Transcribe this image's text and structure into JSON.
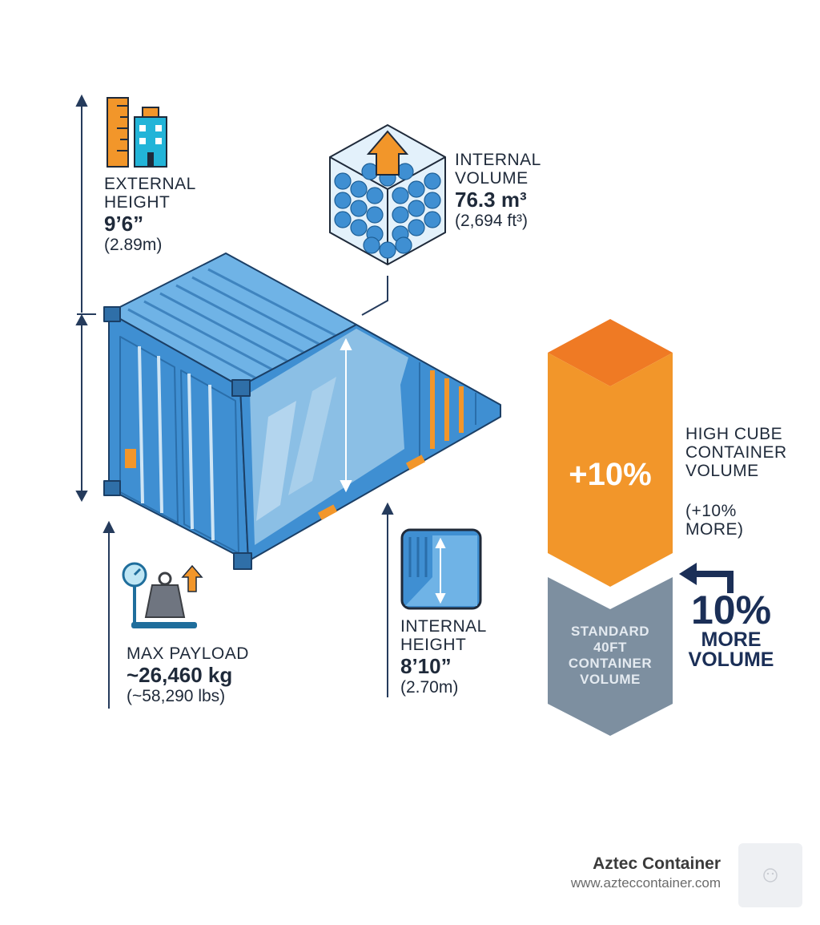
{
  "labels": {
    "external_height": {
      "line1": "EXTERNAL",
      "line2": "HEIGHT",
      "value": "9’6”",
      "sub": "(2.89m)"
    },
    "internal_volume": {
      "line1": "INTERNAL",
      "line2": "VOLUME",
      "value": "76.3 m³",
      "sub": "(2,694 ft³)"
    },
    "max_payload": {
      "line1": "MAX PAYLOAD",
      "value": "~26,460 kg",
      "sub": "(~58,290 lbs)"
    },
    "internal_height": {
      "line1": "INTERNAL",
      "line2": "HEIGHT",
      "value": "8’10”",
      "sub": "(2.70m)"
    }
  },
  "comparison": {
    "high_cube_pct": "+10%",
    "high_cube_label": [
      "HIGH CUBE",
      "CONTAINER",
      "VOLUME"
    ],
    "high_cube_note": [
      "(+10%",
      "MORE)"
    ],
    "standard_label": [
      "STANDARD",
      "40FT",
      "CONTAINER",
      "VOLUME"
    ],
    "more_pct": "10%",
    "more_text": [
      "MORE",
      "VOLUME"
    ]
  },
  "brand": {
    "name": "Aztec Container",
    "url": "www.azteccontainer.com"
  },
  "colors": {
    "container_blue": "#3f8fd2",
    "orange": "#f2962a",
    "gray": "#7d8fa0",
    "navy": "#1b2f57"
  },
  "icons": [
    "ruler-icon",
    "building-icon",
    "volume-cube-icon",
    "scale-icon",
    "weight-icon",
    "arrow-up-icon",
    "interior-height-icon",
    "arrow-left-icon"
  ]
}
